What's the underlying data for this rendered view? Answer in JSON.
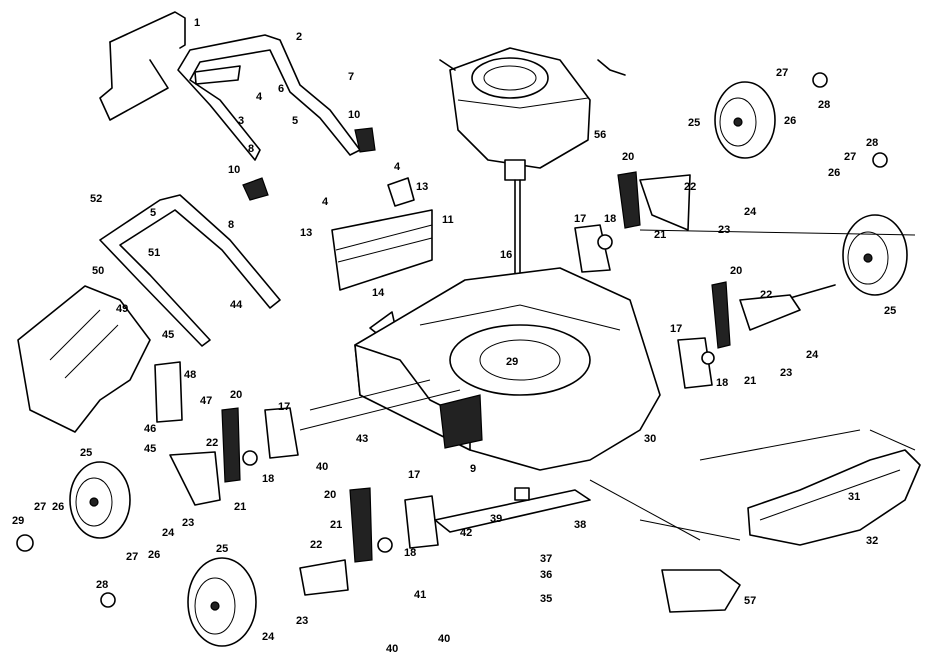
{
  "diagram": {
    "callouts": [
      {
        "id": "c1",
        "text": "1"
      },
      {
        "id": "c2",
        "text": "2"
      },
      {
        "id": "c3",
        "text": "3"
      },
      {
        "id": "c4a",
        "text": "4"
      },
      {
        "id": "c5a",
        "text": "5"
      },
      {
        "id": "c6",
        "text": "6"
      },
      {
        "id": "c7",
        "text": "7"
      },
      {
        "id": "c8a",
        "text": "8"
      },
      {
        "id": "c10a",
        "text": "10"
      },
      {
        "id": "c10b",
        "text": "10"
      },
      {
        "id": "c4b",
        "text": "4"
      },
      {
        "id": "c13a",
        "text": "13"
      },
      {
        "id": "c4c",
        "text": "4"
      },
      {
        "id": "c13b",
        "text": "13"
      },
      {
        "id": "c11",
        "text": "11"
      },
      {
        "id": "c56",
        "text": "56"
      },
      {
        "id": "c27a",
        "text": "27"
      },
      {
        "id": "c28a",
        "text": "28"
      },
      {
        "id": "c25a",
        "text": "25"
      },
      {
        "id": "c26a",
        "text": "26"
      },
      {
        "id": "c20a",
        "text": "20"
      },
      {
        "id": "c22a",
        "text": "22"
      },
      {
        "id": "c24a",
        "text": "24"
      },
      {
        "id": "c23a",
        "text": "23"
      },
      {
        "id": "c21a",
        "text": "21"
      },
      {
        "id": "c17a",
        "text": "17"
      },
      {
        "id": "c18a",
        "text": "18"
      },
      {
        "id": "c16",
        "text": "16"
      },
      {
        "id": "c26b",
        "text": "26"
      },
      {
        "id": "c27b",
        "text": "27"
      },
      {
        "id": "c28b",
        "text": "28"
      },
      {
        "id": "c52",
        "text": "52"
      },
      {
        "id": "c5b",
        "text": "5"
      },
      {
        "id": "c51",
        "text": "51"
      },
      {
        "id": "c8b",
        "text": "8"
      },
      {
        "id": "c50",
        "text": "50"
      },
      {
        "id": "c49",
        "text": "49"
      },
      {
        "id": "c44",
        "text": "44"
      },
      {
        "id": "c14",
        "text": "14"
      },
      {
        "id": "c45a",
        "text": "45"
      },
      {
        "id": "c48",
        "text": "48"
      },
      {
        "id": "c47",
        "text": "47"
      },
      {
        "id": "c46",
        "text": "46"
      },
      {
        "id": "c45b",
        "text": "45"
      },
      {
        "id": "c20b",
        "text": "20"
      },
      {
        "id": "c22b",
        "text": "22"
      },
      {
        "id": "c17b",
        "text": "17"
      },
      {
        "id": "c40a",
        "text": "40"
      },
      {
        "id": "c43",
        "text": "43"
      },
      {
        "id": "c29",
        "text": "29"
      },
      {
        "id": "c30",
        "text": "30"
      },
      {
        "id": "c20c",
        "text": "20"
      },
      {
        "id": "c22c",
        "text": "22"
      },
      {
        "id": "c25b",
        "text": "25"
      },
      {
        "id": "c17c",
        "text": "17"
      },
      {
        "id": "c18b",
        "text": "18"
      },
      {
        "id": "c21b",
        "text": "21"
      },
      {
        "id": "c24b",
        "text": "24"
      },
      {
        "id": "c23b",
        "text": "23"
      },
      {
        "id": "c25c",
        "text": "25"
      },
      {
        "id": "c27c",
        "text": "27"
      },
      {
        "id": "c26c",
        "text": "26"
      },
      {
        "id": "c29b",
        "text": "29"
      },
      {
        "id": "c18c",
        "text": "18"
      },
      {
        "id": "c24c",
        "text": "24"
      },
      {
        "id": "c23c",
        "text": "23"
      },
      {
        "id": "c21c",
        "text": "21"
      },
      {
        "id": "c9",
        "text": "9"
      },
      {
        "id": "c17d",
        "text": "17"
      },
      {
        "id": "c39",
        "text": "39"
      },
      {
        "id": "c38",
        "text": "38"
      },
      {
        "id": "c20d",
        "text": "20"
      },
      {
        "id": "c21d",
        "text": "21"
      },
      {
        "id": "c42",
        "text": "42"
      },
      {
        "id": "c22d",
        "text": "22"
      },
      {
        "id": "c18d",
        "text": "18"
      },
      {
        "id": "c37",
        "text": "37"
      },
      {
        "id": "c36",
        "text": "36"
      },
      {
        "id": "c35",
        "text": "35"
      },
      {
        "id": "c27d",
        "text": "27"
      },
      {
        "id": "c26d",
        "text": "26"
      },
      {
        "id": "c28c",
        "text": "28"
      },
      {
        "id": "c25d",
        "text": "25"
      },
      {
        "id": "c41",
        "text": "41"
      },
      {
        "id": "c24d",
        "text": "24"
      },
      {
        "id": "c23d",
        "text": "23"
      },
      {
        "id": "c40b",
        "text": "40"
      },
      {
        "id": "c40c",
        "text": "40"
      },
      {
        "id": "c31",
        "text": "31"
      },
      {
        "id": "c32",
        "text": "32"
      },
      {
        "id": "c57",
        "text": "57"
      }
    ]
  }
}
